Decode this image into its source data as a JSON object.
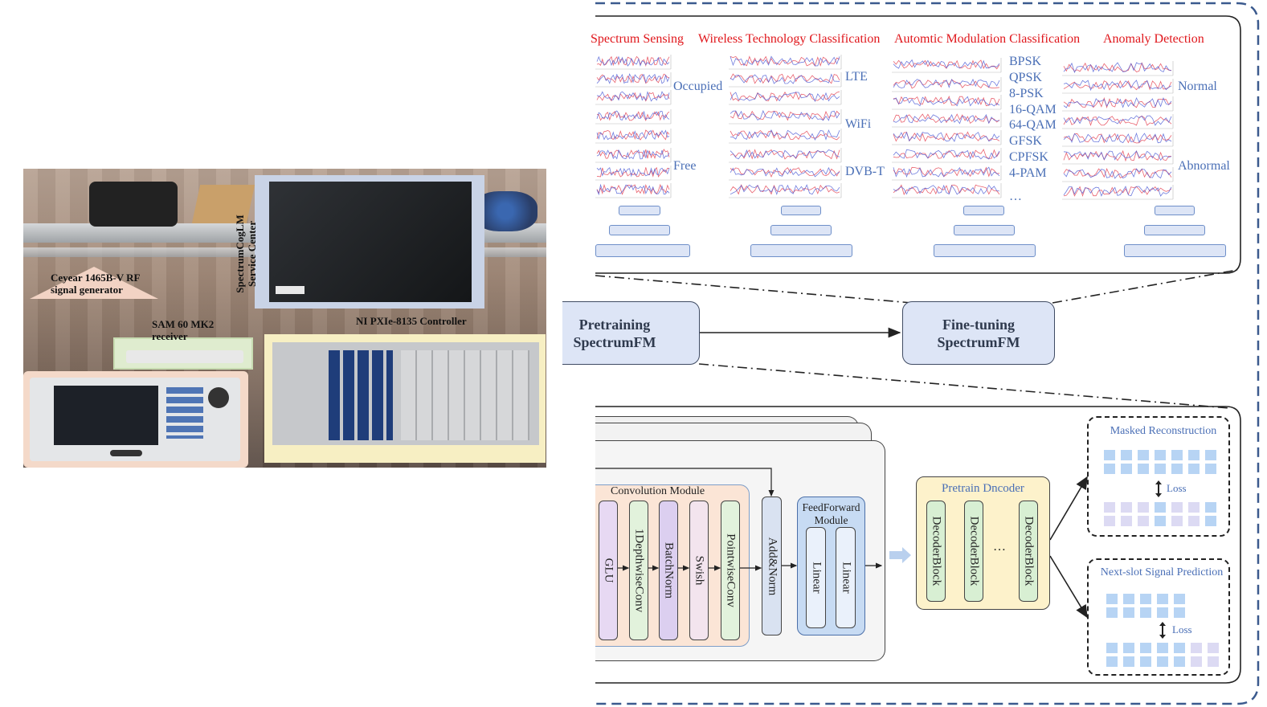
{
  "photo": {
    "labels": {
      "service_center": "SpectrumCogLM\nService Center",
      "signal_generator": "Ceyear 1465B-V RF\nsignal generator",
      "receiver": "SAM 60 MK2\nreceiver",
      "controller": "NI PXIe-8135 Controller"
    }
  },
  "tasks": [
    {
      "title": "Spectrum Sensing",
      "classes": [
        "Occupied",
        "Free"
      ]
    },
    {
      "title": "Wireless Technology Classification",
      "classes": [
        "LTE",
        "WiFi",
        "DVB-T"
      ]
    },
    {
      "title": "Automtic Modulation Classification",
      "classes": [
        "BPSK",
        "QPSK",
        "8-PSK",
        "16-QAM",
        "64-QAM",
        "GFSK",
        "CPFSK",
        "4-PAM",
        "…"
      ]
    },
    {
      "title": "Anomaly Detection",
      "classes": [
        "Normal",
        "Abnormal"
      ]
    }
  ],
  "stages": {
    "pretraining": "Pretraining\nSpectrumFM",
    "finetuning": "Fine-tuning\nSpectrumFM"
  },
  "encoder": {
    "conv_title": "Convolution Module",
    "conv_blocks": [
      "GLU",
      "1DepthwiseConv",
      "BatchNorm",
      "Swish",
      "PointwiseConv"
    ],
    "addnorm": "Add&Norm",
    "ff_title": "FeedForward\nModule",
    "ff_blocks": [
      "Linear",
      "Linear"
    ]
  },
  "decoder": {
    "title": "Pretrain Dncoder",
    "blocks": [
      "DecoderBlock",
      "DecoderBlock",
      "DecoderBlock"
    ],
    "ellipsis": "…"
  },
  "objectives": {
    "masked": {
      "title": "Masked Reconstruction",
      "loss": "Loss"
    },
    "nextslot": {
      "title": "Next-slot Signal Prediction",
      "loss": "Loss"
    }
  },
  "colors": {
    "task_title": "#e0161b",
    "class_label": "#4a6fb6",
    "block_fill": "#dde5f6",
    "dash_border": "#3b5a8e",
    "token_blue": "#b7d4f4",
    "token_purple": "#dcdaf3"
  }
}
